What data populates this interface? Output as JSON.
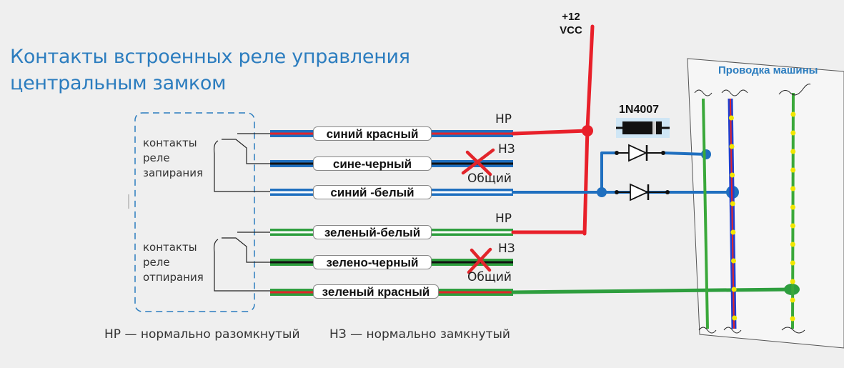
{
  "title": {
    "line1": "Контакты встроенных реле управления",
    "line2": "центральным замком"
  },
  "groups": {
    "lock": "контакты\nреле\nзапирания",
    "unlock": "контакты\nреле\nотпирания"
  },
  "wires": [
    {
      "label": "синий  красный",
      "tag": "НР",
      "colors": [
        "#1f6fbf",
        "#e2252b"
      ]
    },
    {
      "label": "сине-черный",
      "tag": "НЗ",
      "colors": [
        "#1f6fbf",
        "#111111"
      ]
    },
    {
      "label": "синий  -белый",
      "tag": "Общий",
      "colors": [
        "#1f6fbf",
        "#ffffff"
      ]
    },
    {
      "label": "зеленый-белый",
      "tag": "НР",
      "colors": [
        "#2e9e3e",
        "#ffffff"
      ]
    },
    {
      "label": "зелено-черный",
      "tag": "НЗ",
      "colors": [
        "#2e9e3e",
        "#111111"
      ]
    },
    {
      "label": "зеленый красный",
      "tag": "Общий",
      "colors": [
        "#2e9e3e",
        "#e2252b"
      ]
    }
  ],
  "power": {
    "label": "+12\nVCC",
    "color": "#e8202a"
  },
  "diode": {
    "label": "1N4007"
  },
  "car": {
    "label": "Проводка машины"
  },
  "legend": {
    "no": "НР — нормально разомкнутый",
    "nc": "НЗ — нормально замкнутый"
  },
  "colors": {
    "title": "#2c7dbf",
    "blue_wire": "#1f6fbf",
    "green_wire": "#2e9e3e",
    "red_wire": "#e8202a",
    "marker": "#e2252b",
    "dashed_box": "#2c7dbf"
  },
  "icons": {
    "diode": "diode-symbol",
    "cross": "x-mark-icon"
  }
}
